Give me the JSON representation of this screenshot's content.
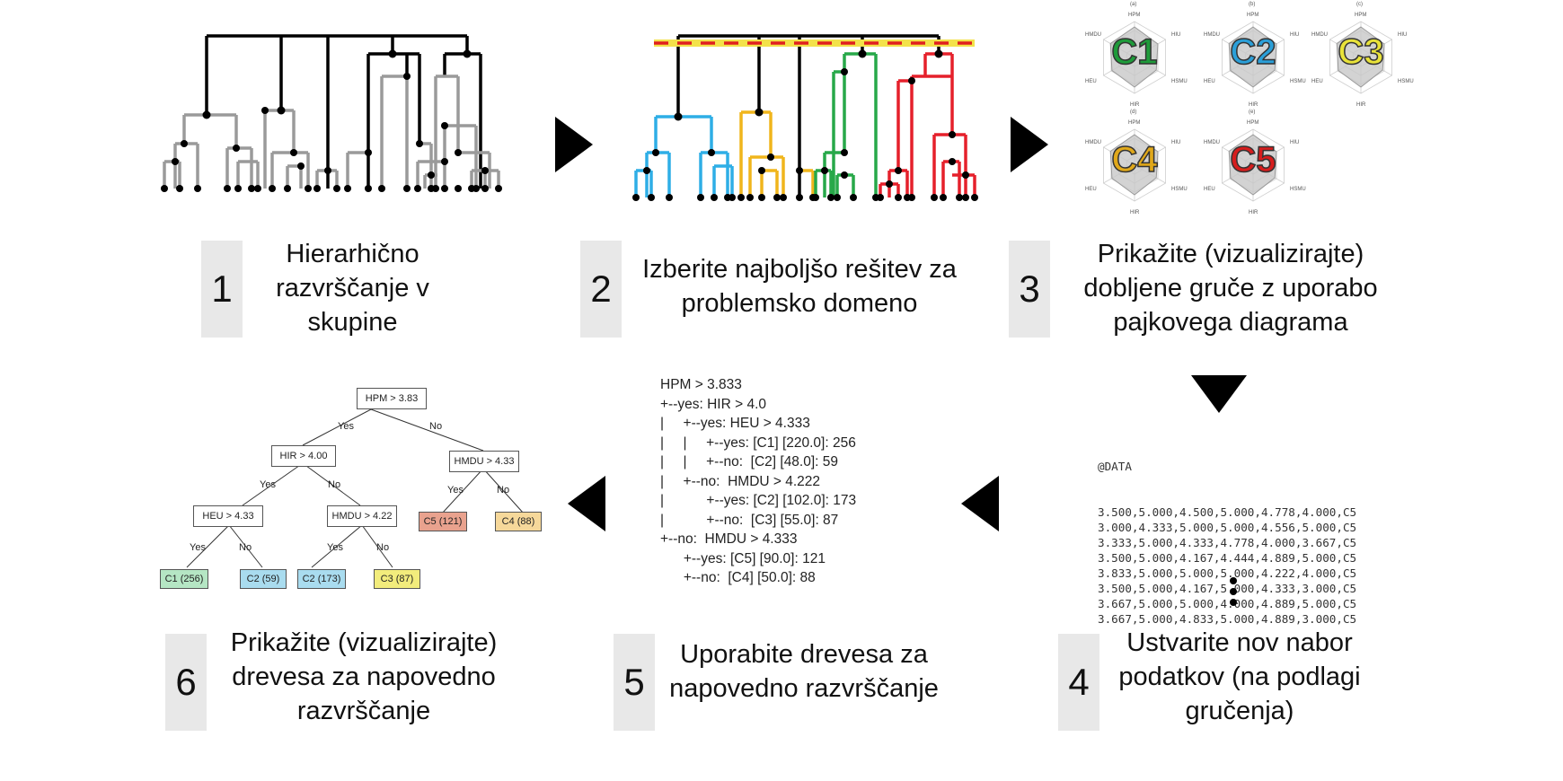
{
  "steps": [
    {
      "number": "1",
      "caption": "Hierarhično razvrščanje v skupine"
    },
    {
      "number": "2",
      "caption": "Izberite najboljšo rešitev za problemsko domeno"
    },
    {
      "number": "3",
      "caption": "Prikažite (vizualizirajte) dobljene gruče z uporabo pajkovega diagrama"
    },
    {
      "number": "4",
      "caption": "Ustvarite nov nabor podatkov (na podlagi gručenja)"
    },
    {
      "number": "5",
      "caption": "Uporabite drevesa za napovedno razvrščanje"
    },
    {
      "number": "6",
      "caption": "Prikažite (vizualizirajte) drevesa za napovedno razvrščanje"
    }
  ],
  "spider_charts": [
    {
      "tag": "(a)",
      "name": "C1",
      "color": "#1e9b3a",
      "axes": [
        "HPM",
        "HIU",
        "HSMU",
        "HIR",
        "HEU",
        "HMDU"
      ]
    },
    {
      "tag": "(b)",
      "name": "C2",
      "color": "#2b9fd8",
      "axes": [
        "HPM",
        "HIU",
        "HSMU",
        "HIR",
        "HEU",
        "HMDU"
      ]
    },
    {
      "tag": "(c)",
      "name": "C3",
      "color": "#e8e23a",
      "axes": [
        "HPM",
        "HIU",
        "HSMU",
        "HIR",
        "HEU",
        "HMDU"
      ]
    },
    {
      "tag": "(d)",
      "name": "C4",
      "color": "#e0a81a",
      "axes": [
        "HPM",
        "HIU",
        "HSMU",
        "HIR",
        "HEU",
        "HMDU"
      ]
    },
    {
      "tag": "(e)",
      "name": "C5",
      "color": "#d61d1d",
      "axes": [
        "HPM",
        "HIU",
        "HSMU",
        "HIR",
        "HEU",
        "HMDU"
      ]
    }
  ],
  "tree_rules": [
    "HPM > 3.833",
    "+--yes: HIR > 4.0",
    "|     +--yes: HEU > 4.333",
    "|     |     +--yes: [C1] [220.0]: 256",
    "|     |     +--no:  [C2] [48.0]: 59",
    "|     +--no:  HMDU > 4.222",
    "|           +--yes: [C2] [102.0]: 173",
    "|           +--no:  [C3] [55.0]: 87",
    "+--no:  HMDU > 4.333",
    "      +--yes: [C5] [90.0]: 121",
    "      +--no:  [C4] [50.0]: 88"
  ],
  "dataset": {
    "header": "@DATA",
    "rows": [
      "3.500,5.000,4.500,5.000,4.778,4.000,C5",
      "3.000,4.333,5.000,5.000,4.556,5.000,C5",
      "3.333,5.000,4.333,4.778,4.000,3.667,C5",
      "3.500,5.000,4.167,4.444,4.889,5.000,C5",
      "3.833,5.000,5.000,5.000,4.222,4.000,C5",
      "3.500,5.000,4.167,5.000,4.333,3.000,C5",
      "3.667,5.000,5.000,4.000,4.889,5.000,C5",
      "3.667,5.000,4.833,5.000,4.889,3.000,C5"
    ]
  },
  "decision_tree": {
    "nodes": {
      "root": "HPM > 3.83",
      "hir": "HIR > 4.00",
      "hmdu433": "HMDU > 4.33",
      "heu": "HEU > 4.33",
      "hmdu422": "HMDU > 4.22",
      "c5": "C5 (121)",
      "c4": "C4 (88)",
      "c1": "C1 (256)",
      "c2a": "C2 (59)",
      "c2b": "C2 (173)",
      "c3": "C3 (87)"
    },
    "edge_yes": "Yes",
    "edge_no": "No",
    "leaf_colors": {
      "c1": "#b5e6c4",
      "c2a": "#a9dcef",
      "c2b": "#a9dcef",
      "c3": "#f2ec7c",
      "c4": "#f6d89a",
      "c5": "#e9a28e"
    }
  },
  "colors": {
    "cut_line_red": "#e01f1f",
    "cut_line_yellow": "#f3e24a",
    "cluster_blue": "#2eaee6",
    "cluster_yellow": "#f0b51c",
    "cluster_green": "#27a849",
    "cluster_red": "#e5202b",
    "branch_gray": "#999999"
  }
}
